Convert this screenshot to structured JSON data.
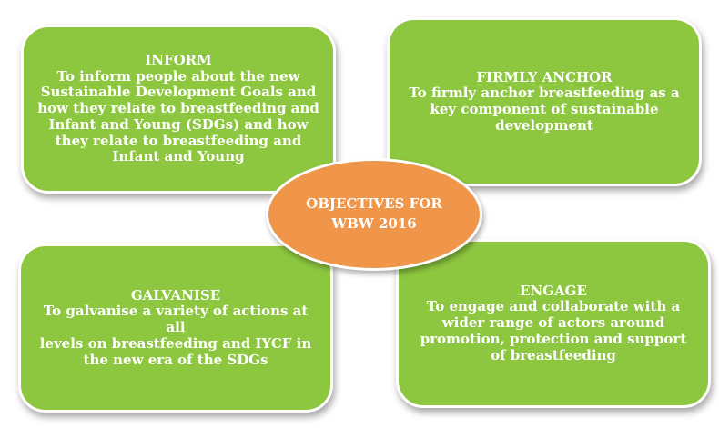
{
  "boxes": {
    "inform": {
      "title": "INFORM",
      "desc": "To inform people about the new\nSustainable Development Goals and\nhow they relate to breastfeeding and\nInfant and Young (SDGs) and how\nthey relate to breastfeeding and\nInfant and Young"
    },
    "anchor": {
      "title": "FIRMLY ANCHOR",
      "desc": "To firmly anchor breastfeeding as a\nkey component of sustainable\ndevelopment"
    },
    "galvanise": {
      "title": "GALVANISE",
      "desc": "To galvanise a variety of actions at all\nlevels on breastfeeding and IYCF in\nthe new era of the SDGs"
    },
    "engage": {
      "title": "ENGAGE",
      "desc": "To engage and collaborate with a\nwider range of actors around\npromotion, protection and support\nof breastfeeding"
    }
  },
  "center": {
    "label": "OBJECTIVES FOR\nWBW 2016"
  },
  "colors": {
    "box_fill": "#8dc63f",
    "center_fill": "#f0964a",
    "text": "#ffffff"
  }
}
